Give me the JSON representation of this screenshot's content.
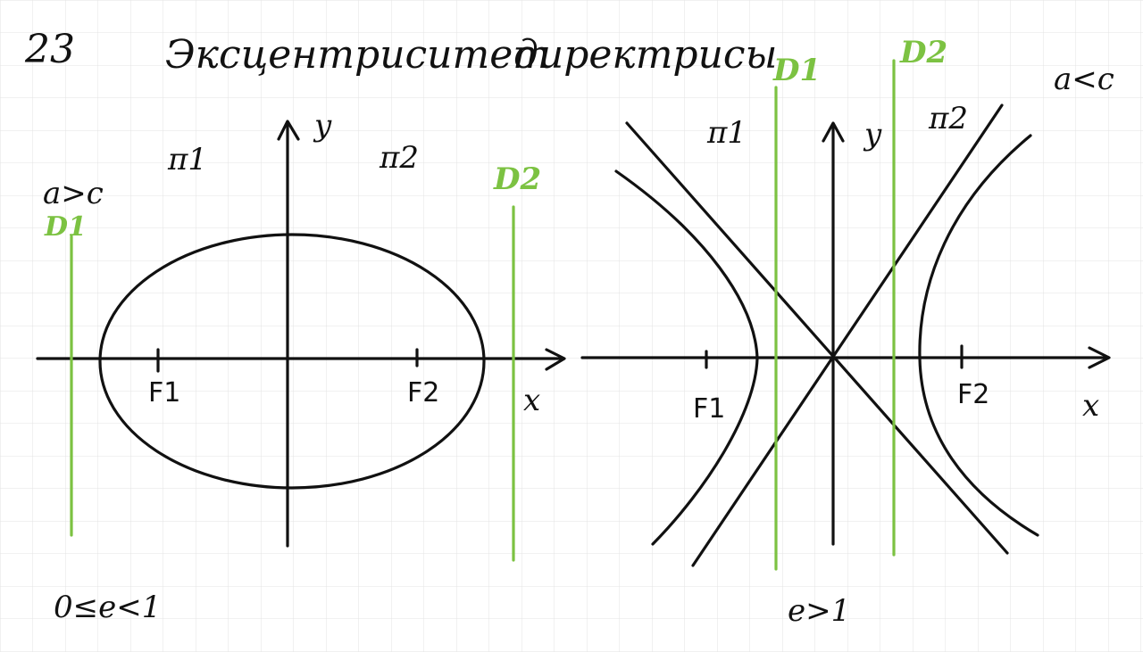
{
  "title": {
    "number": "23",
    "word1": "Эксцентриситет",
    "word2": "директрисы"
  },
  "ellipse": {
    "condition_top": "a>c",
    "d1": "D1",
    "d2": "D2",
    "pi1": "π1",
    "pi2": "π2",
    "y_axis": "y",
    "x_axis": "x",
    "f1": "F1",
    "f2": "F2",
    "e_range": "0≤e<1"
  },
  "hyperbola": {
    "condition_top": "a<c",
    "d1": "D1",
    "d2": "D2",
    "pi1": "π1",
    "pi2": "π2",
    "y_axis": "y",
    "x_axis": "x",
    "f1": "F1",
    "f2": "F2",
    "e_range": "e>1"
  },
  "colors": {
    "ink": "#111111",
    "directrix": "#7cc242",
    "grid": "#e3e3e3",
    "paper": "#ffffff"
  }
}
